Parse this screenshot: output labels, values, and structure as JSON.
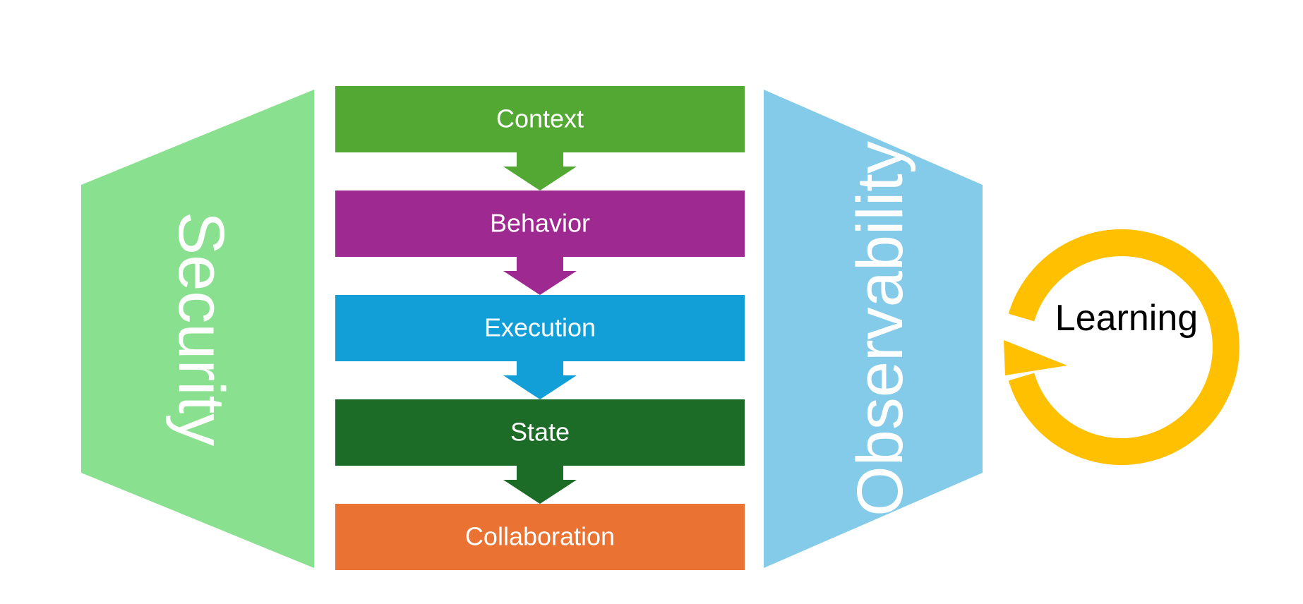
{
  "diagram": {
    "layers": [
      {
        "label": "Context",
        "color": "#52A832"
      },
      {
        "label": "Behavior",
        "color": "#9E2A91"
      },
      {
        "label": "Execution",
        "color": "#129FD8"
      },
      {
        "label": "State",
        "color": "#1C6B27"
      },
      {
        "label": "Collaboration",
        "color": "#EA7333"
      }
    ],
    "left_pillar": {
      "label": "Security",
      "color": "#89E08E"
    },
    "right_pillar": {
      "label": "Observability",
      "color": "#84CBEA"
    },
    "cycle": {
      "label": "Learning",
      "color": "#FFC001",
      "icon": "cycle-arrow-icon"
    }
  }
}
